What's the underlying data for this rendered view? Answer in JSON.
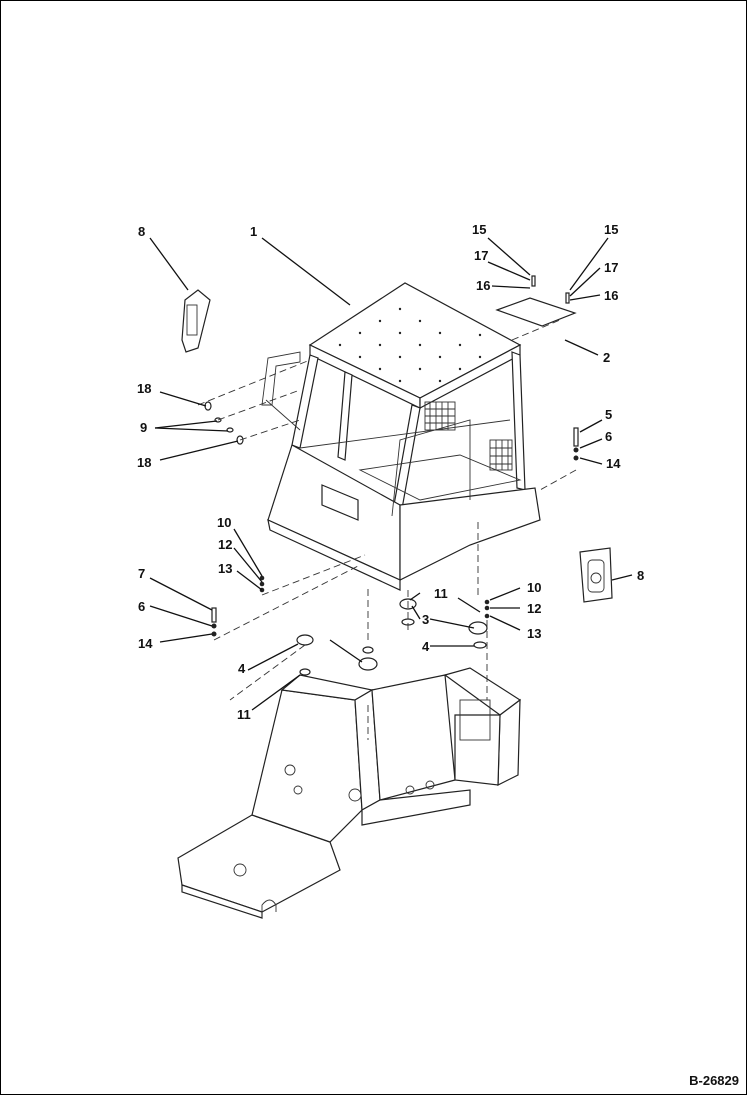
{
  "figure": {
    "id": "B-26829"
  },
  "callouts": {
    "c1": "1",
    "c2": "2",
    "c3": "3",
    "c4a": "4",
    "c4b": "4",
    "c5": "5",
    "c6a": "6",
    "c6b": "6",
    "c7": "7",
    "c8a": "8",
    "c8b": "8",
    "c9": "9",
    "c10a": "10",
    "c10b": "10",
    "c11a": "11",
    "c11b": "11",
    "c12a": "12",
    "c12b": "12",
    "c13a": "13",
    "c13b": "13",
    "c14a": "14",
    "c14b": "14",
    "c15a": "15",
    "c15b": "15",
    "c16a": "16",
    "c16b": "16",
    "c17a": "17",
    "c17b": "17",
    "c18a": "18",
    "c18b": "18"
  }
}
